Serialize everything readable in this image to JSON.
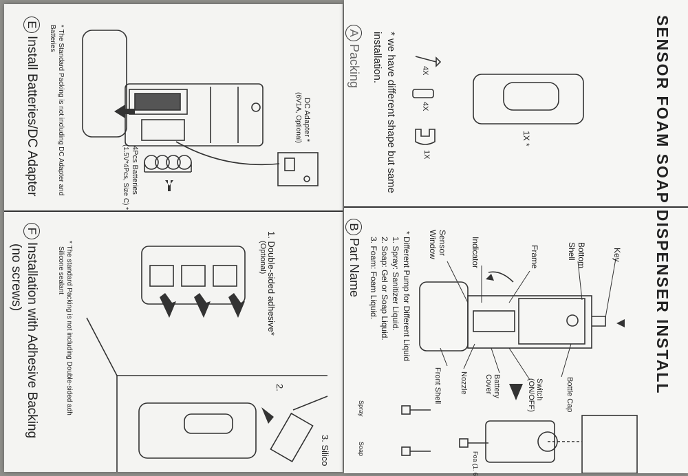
{
  "title": "SENSOR FOAM SOAP DISPENSER INSTALL",
  "section_a": {
    "letter": "A",
    "label": "Packing",
    "note": "* we have different shape but same installation.",
    "items": [
      {
        "qty": "4X",
        "icon": "screw-icon"
      },
      {
        "qty": "4X",
        "icon": "anchor-icon"
      },
      {
        "qty": "1X",
        "icon": "key-icon"
      },
      {
        "qty": "1X *",
        "icon": "dispenser-icon"
      }
    ]
  },
  "section_b": {
    "letter": "B",
    "label": "Part Name",
    "pump_note_title": "* Different Pump for Different Liquid",
    "pump_notes": [
      "1. Spray: Sanitizer Liquid.",
      "2. Soap: Gel or Soap Liquid.",
      "3. Foam: Foam Liquid."
    ],
    "parts": [
      "Key",
      "Bottom Shell",
      "Frame",
      "Indicator",
      "Sensor Window",
      "Front Shell",
      "Nozzle",
      "Battery Cover",
      "Switch (ON/OFF)",
      "Bottle Cap"
    ],
    "pump_labels": [
      "Spray",
      "Soap",
      "Foa (1. 6"
    ]
  },
  "section_e": {
    "letter": "E",
    "label": "Install Batteries/DC Adapter",
    "note": "* The Standard Packing is not including DC Adapter and Batteries",
    "dc_label": "DC Adapter  *",
    "dc_sub": "(6V1A, Optional)",
    "battery_label": "4Pcs Batteries",
    "battery_sub": "(1.5V*4Pcs, Size C)  *"
  },
  "section_f": {
    "letter": "F",
    "label": "Installation with Adhesive Backing",
    "label2": "(no screws)",
    "note": "* The standard Packing is not including Double-sided adh",
    "note2": "Silicone sealant",
    "step1": "1. Double-sided adhesive*",
    "step1_sub": "(Optional)",
    "step2": "2.",
    "step3": "3. Silico"
  }
}
